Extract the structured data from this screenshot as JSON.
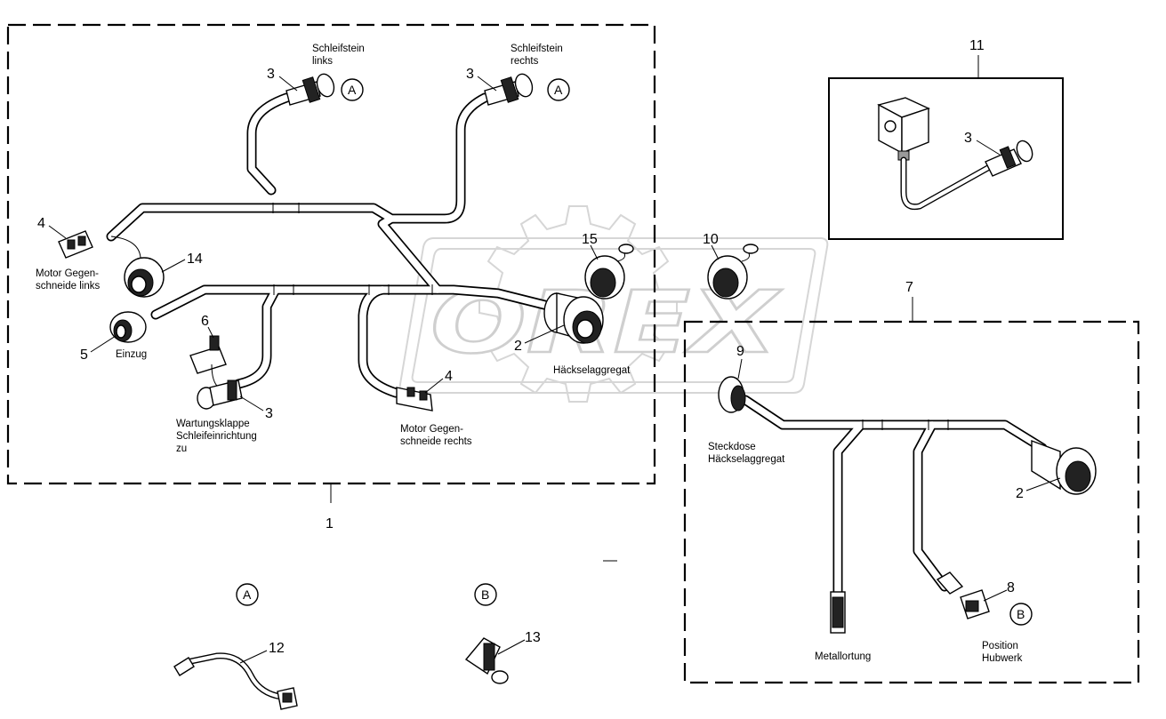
{
  "watermark": "OREX",
  "labels": {
    "schleifstein_links": [
      "Schleifstein",
      "links"
    ],
    "schleifstein_rechts": [
      "Schleifstein",
      "rechts"
    ],
    "motor_links": [
      "Motor Gegen-",
      "schneide links"
    ],
    "einzug": "Einzug",
    "wartungsklappe": [
      "Wartungsklappe",
      "Schleifeinrichtung",
      "zu"
    ],
    "motor_rechts": [
      "Motor Gegen-",
      "schneide rechts"
    ],
    "haeckselaggregat": "Häckselaggregat",
    "steckdose": [
      "Steckdose",
      "Häckselaggregat"
    ],
    "metallortung": "Metallortung",
    "position_hubwerk": [
      "Position",
      "Hubwerk"
    ]
  },
  "callouts": {
    "c1": "1",
    "c2a": "2",
    "c2b": "2",
    "c3a": "3",
    "c3b": "3",
    "c3c": "3",
    "c3d": "3",
    "c4a": "4",
    "c4b": "4",
    "c5": "5",
    "c6": "6",
    "c7": "7",
    "c8": "8",
    "c9": "9",
    "c10": "10",
    "c11": "11",
    "c12": "12",
    "c13": "13",
    "c14": "14",
    "c15": "15"
  },
  "refs": {
    "a": "A",
    "b": "B"
  }
}
